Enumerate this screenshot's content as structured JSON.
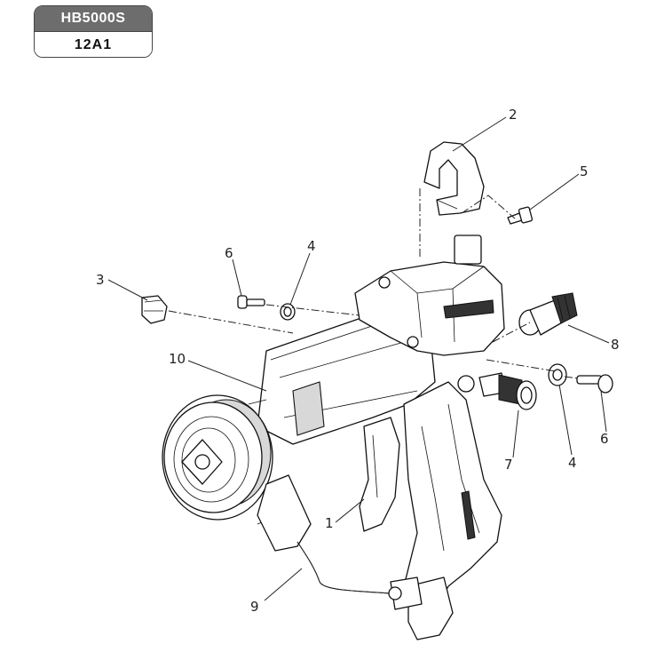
{
  "badge": {
    "model": "HB5000S",
    "code": "12A1"
  },
  "callouts": [
    {
      "id": "c1",
      "label": "1"
    },
    {
      "id": "c2",
      "label": "2"
    },
    {
      "id": "c3",
      "label": "3"
    },
    {
      "id": "c4a",
      "label": "4"
    },
    {
      "id": "c4b",
      "label": "4"
    },
    {
      "id": "c5",
      "label": "5"
    },
    {
      "id": "c6a",
      "label": "6"
    },
    {
      "id": "c6b",
      "label": "6"
    },
    {
      "id": "c7",
      "label": "7"
    },
    {
      "id": "c8",
      "label": "8"
    },
    {
      "id": "c9",
      "label": "9"
    },
    {
      "id": "c10",
      "label": "10"
    }
  ]
}
